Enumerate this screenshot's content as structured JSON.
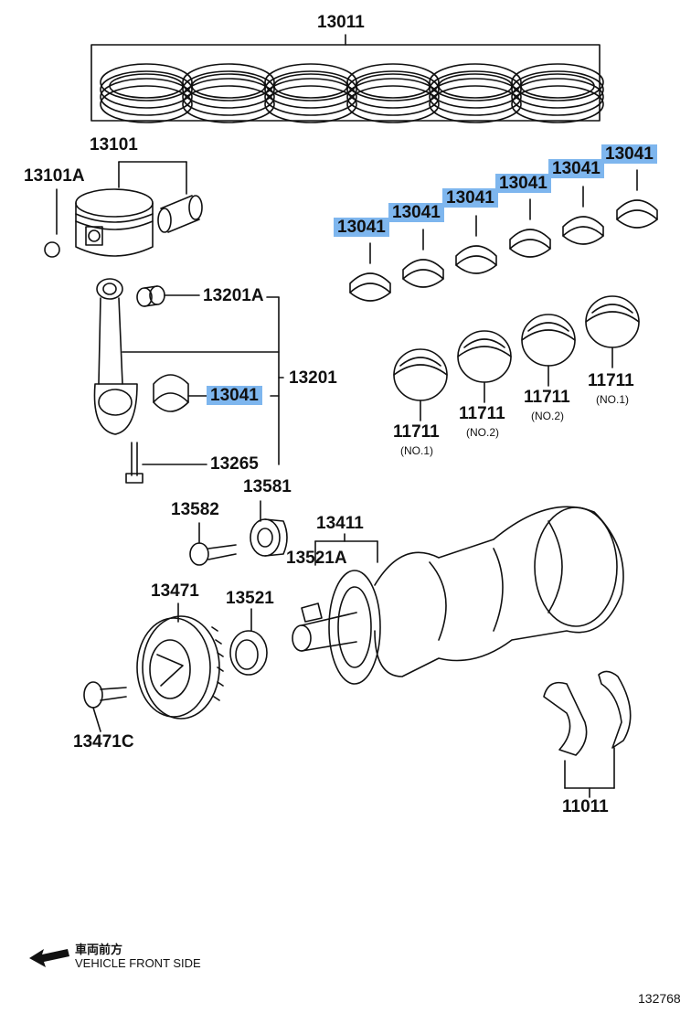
{
  "parts": {
    "piston_ring_set": "13011",
    "piston": "13101",
    "snap_ring": "13101A",
    "conrod_bush": "13201A",
    "conrod_assy": "13201",
    "conrod_bearing": "13041",
    "conrod_bolt": "13265",
    "crank_bearing": "11711",
    "crank_bearing_no1": "(NO.1)",
    "crank_bearing_no2": "(NO.2)",
    "crank_key": "13581",
    "pulley_bolt": "13582",
    "crankshaft": "13411",
    "sprocket_key": "13521A",
    "crank_pulley": "13471",
    "timing_sprocket": "13521",
    "pulley_set_bolt": "13471C",
    "thrust_washer": "11011"
  },
  "legend": {
    "chinese": "車両前方",
    "english": "VEHICLE FRONT SIDE"
  },
  "figure_number": "132768",
  "highlight_color": "#7eb6ee"
}
